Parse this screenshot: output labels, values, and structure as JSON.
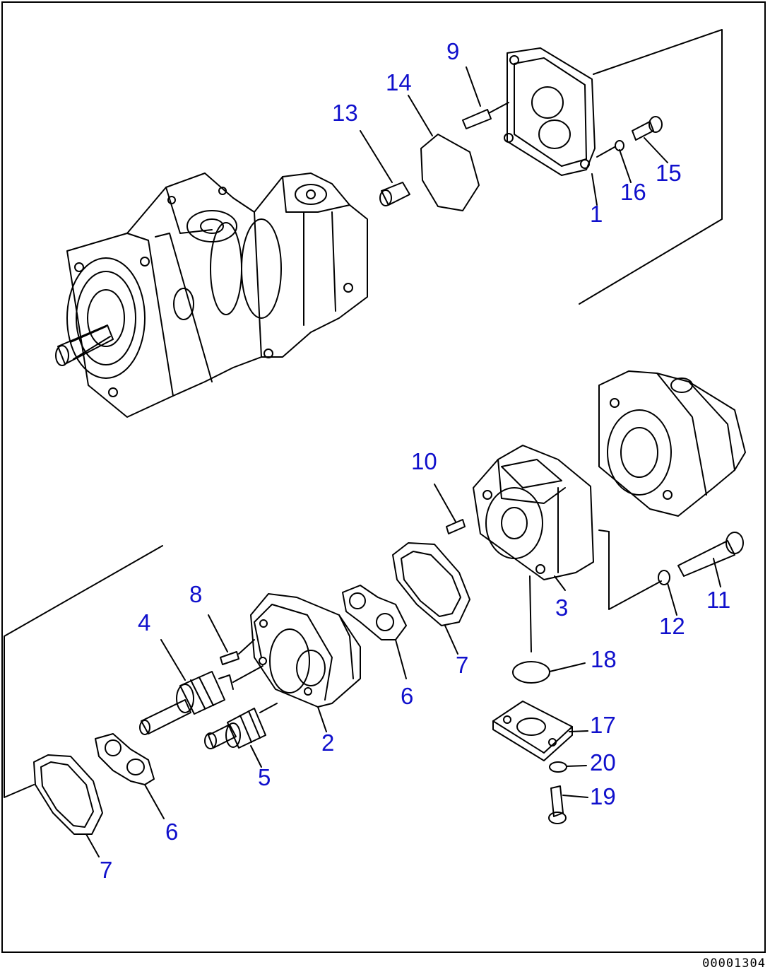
{
  "callouts": {
    "c1": "1",
    "c2": "2",
    "c3": "3",
    "c4": "4",
    "c5": "5",
    "c6a": "6",
    "c6b": "6",
    "c7a": "7",
    "c7b": "7",
    "c8": "8",
    "c9": "9",
    "c10": "10",
    "c11": "11",
    "c12": "12",
    "c13": "13",
    "c14": "14",
    "c15": "15",
    "c16": "16",
    "c17": "17",
    "c18": "18",
    "c19": "19",
    "c20": "20"
  },
  "drawing_number": "00001304",
  "colors": {
    "callout": "#1010cc",
    "line": "#000000"
  }
}
